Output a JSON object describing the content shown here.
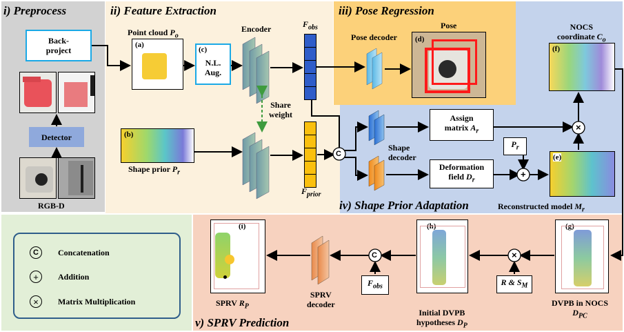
{
  "panels": {
    "preprocess": "i) Preprocess",
    "feature": "ii) Feature Extraction",
    "pose": "iii) Pose Regression",
    "adapt": "iv) Shape Prior Adaptation",
    "sprv": "v) SPRV Prediction"
  },
  "preprocess": {
    "backproject": "Back-\nproject",
    "detector": "Detector",
    "rgbd": "RGB-D"
  },
  "feature": {
    "point_cloud_prefix": "Point cloud ",
    "point_cloud_var": "P",
    "point_cloud_sub": "o",
    "encoder": "Encoder",
    "nl_aug": "N.L.\nAug.",
    "share_weight": "Share\nweight",
    "shape_prior_prefix": "Shape prior ",
    "shape_prior_var": "P",
    "shape_prior_sub": "r",
    "fobs_var": "F",
    "fobs_sub": "obs",
    "fprior_var": "F",
    "fprior_sub": "prior",
    "tag_a": "(a)",
    "tag_b": "(b)",
    "tag_c": "(c)"
  },
  "pose": {
    "decoder": "Pose decoder",
    "pose": "Pose",
    "tag_d": "(d)"
  },
  "adapt": {
    "nocs_title": "NOCS\ncoordinate ",
    "nocs_var": "C",
    "nocs_sub": "o",
    "assign": "Assign\nmatrix ",
    "assign_var": "A",
    "assign_sub": "r",
    "deform": "Deformation\nfield ",
    "deform_var": "D",
    "deform_sub": "r",
    "pr_var": "P",
    "pr_sub": "r",
    "shape_decoder": "Shape\ndecoder",
    "recon_prefix": "Reconstructed model ",
    "recon_var": "M",
    "recon_sub": "r",
    "tag_e": "(e)",
    "tag_f": "(f)"
  },
  "legend": {
    "concat_symbol": "C",
    "concat": "Concatenation",
    "add_symbol": "+",
    "add": "Addition",
    "mult_symbol": "×",
    "mult": "Matrix Multiplication"
  },
  "sprv": {
    "sprv_label": "SPRV ",
    "sprv_var": "R",
    "sprv_sub": "P",
    "decoder": "SPRV\ndecoder",
    "fobs_var": "F",
    "fobs_sub": "obs",
    "initial": "Initial DVPB\nhypotheses ",
    "initial_var": "D",
    "initial_sub": "P",
    "rs": "R & S",
    "rs_sub": "M",
    "dvpb": "DVPB in NOCS",
    "dvpb_var": "D",
    "dvpb_sub": "PC",
    "tag_g": "(g)",
    "tag_h": "(h)",
    "tag_i": "(i)"
  },
  "colors": {
    "preprocess_bg": "#d2d2d2",
    "feature_bg": "#fcf1dd",
    "pose_bg": "#fcd17a",
    "adapt_bg": "#c4d3ec",
    "sprv_bg": "#f7d2bf",
    "legend_bg": "#e2efd7",
    "fobs_cell": "#2f5dc9",
    "fprior_cell": "#fac00e"
  }
}
